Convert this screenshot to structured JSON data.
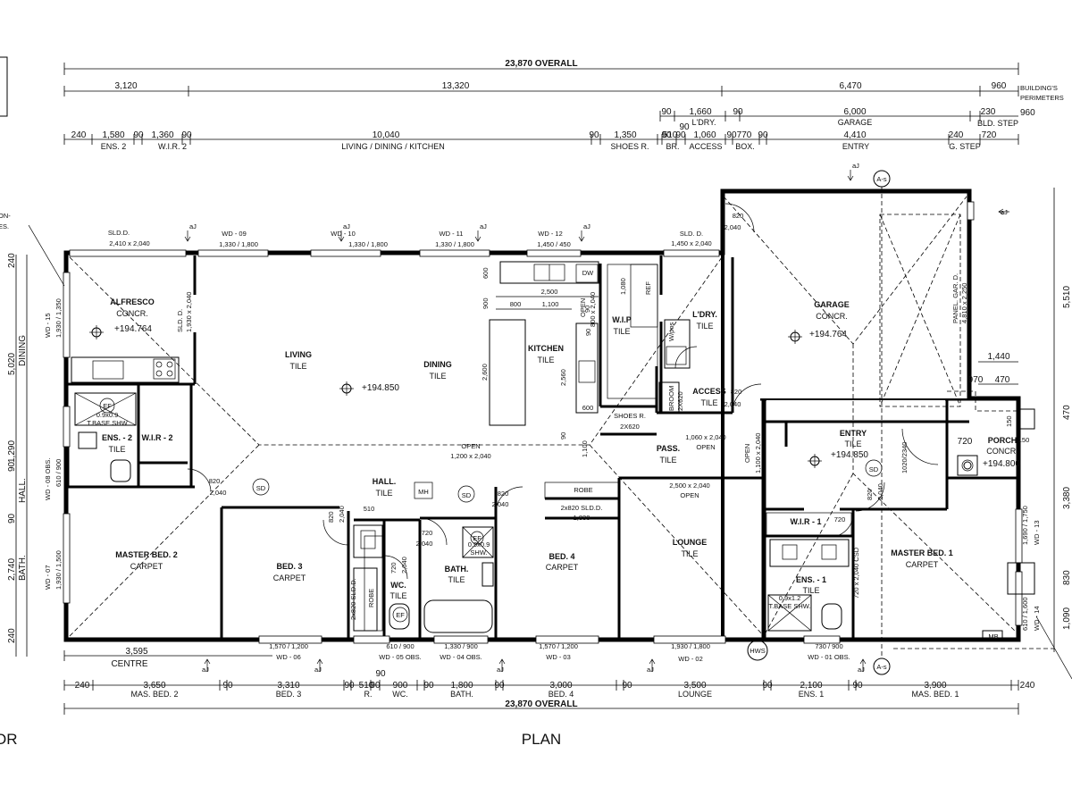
{
  "plan": {
    "title": "PLAN",
    "edge_text": "OR",
    "edge_left_a": "ON-",
    "edge_left_b": "ES.",
    "overall_top": "23,870 OVERALL",
    "overall_bottom": "23,870 OVERALL",
    "building_perimeters": [
      "BUILDING'S",
      "PERIMETERS"
    ],
    "bld_step": "BLD. STEP",
    "g_step": "G. STEP",
    "row1": [
      "3,120",
      "13,320",
      "6,470",
      "960"
    ],
    "row1_extra": "960",
    "row2": [
      "90",
      "1,660",
      "90",
      "6,000",
      "230"
    ],
    "row2_labels": [
      "L'DRY.",
      "90",
      "GARAGE"
    ],
    "row3": [
      "240",
      "1,580",
      "90",
      "1,360",
      "90",
      "10,040",
      "90",
      "1,350",
      "90",
      "510",
      "90",
      "1,060",
      "90",
      "770",
      "90",
      "4,410",
      "240",
      "720"
    ],
    "row3_labels": [
      "ENS. 2",
      "W.I.R. 2",
      "LIVING / DINING / KITCHEN",
      "SHOES R.",
      "BR.",
      "ACCESS",
      "BOX.",
      "ENTRY"
    ],
    "bottom_row": [
      "240",
      "3,650",
      "90",
      "3,310",
      "90",
      "510",
      "90",
      "900",
      "90",
      "1,800",
      "90",
      "3,000",
      "90",
      "3,500",
      "90",
      "2,100",
      "90",
      "3,900",
      "240"
    ],
    "bottom_labels": [
      "MAS. BED. 2",
      "BED. 3",
      "R.",
      "WC.",
      "BATH.",
      "BED. 4",
      "LOUNGE",
      "ENS. 1",
      "MAS. BED. 1"
    ],
    "bottom_top90": "90",
    "centre_dim": "3,595",
    "centre_label": "CENTRE",
    "left_dims": [
      "240",
      "5,020",
      "DINING",
      "90",
      "1,290",
      "HALL.",
      "90",
      "2,740",
      "BATH.",
      "240"
    ],
    "right_dims": [
      "5,510",
      "3,380",
      "830",
      "1,090"
    ],
    "right_edge": [
      "470",
      "150"
    ],
    "rooms": {
      "alfresco": [
        "ALFRESCO",
        "CONCR.",
        "+194.764"
      ],
      "living": [
        "LIVING",
        "TILE"
      ],
      "dining": [
        "DINING",
        "TILE"
      ],
      "kitchen": [
        "KITCHEN",
        "TILE"
      ],
      "wip": [
        "W.I.P",
        "TILE"
      ],
      "ldry": [
        "L'DRY.",
        "TILE"
      ],
      "garage": [
        "GARAGE",
        "CONCR.",
        "+194.764"
      ],
      "ens2": [
        "ENS. - 2",
        "TILE"
      ],
      "wir2": "W.I.R - 2",
      "hall": [
        "HALL.",
        "TILE"
      ],
      "pass": [
        "PASS.",
        "TILE"
      ],
      "access": [
        "ACCESS",
        "TILE"
      ],
      "entry": [
        "ENTRY",
        "TILE",
        "+194.850"
      ],
      "porch": [
        "PORCH",
        "CONCR.",
        "+194.800"
      ],
      "master2": [
        "MASTER BED. 2",
        "CARPET"
      ],
      "bed3": [
        "BED. 3",
        "CARPET"
      ],
      "wc": [
        "WC.",
        "TILE"
      ],
      "bath": [
        "BATH.",
        "TILE"
      ],
      "bed4": [
        "BED. 4",
        "CARPET"
      ],
      "lounge": [
        "LOUNGE",
        "TILE"
      ],
      "wir1": "W.I.R - 1",
      "ens1": [
        "ENS. - 1",
        "TILE"
      ],
      "master1": [
        "MASTER BED. 1",
        "CARPET"
      ]
    },
    "living_level": "+194.850",
    "windows": [
      {
        "id": "WD - 09",
        "size": "1,330 / 1,800"
      },
      {
        "id": "WD - 10",
        "size": "1,330 / 1,800"
      },
      {
        "id": "WD - 11",
        "size": "1,330 / 1,800"
      },
      {
        "id": "WD - 12",
        "size": "1,450 / 450"
      },
      {
        "id": "WD - 06",
        "size": "1,570 / 1,200"
      },
      {
        "id": "WD - 05 OBS.",
        "size": "610 / 900"
      },
      {
        "id": "WD - 04 OBS.",
        "size": "1,330 / 900"
      },
      {
        "id": "WD - 03",
        "size": "1,570 / 1,200"
      },
      {
        "id": "WD - 02",
        "size": "1,930 / 1,800"
      },
      {
        "id": "WD - 01 OBS.",
        "size": "730 / 900"
      }
    ],
    "side_windows": {
      "wd15": [
        "WD - 15",
        "1,930 / 1,350"
      ],
      "wd08": [
        "WD - 08 OBS.",
        "610 / 900"
      ],
      "wd07": [
        "WD - 07",
        "1,930 / 1,500"
      ],
      "wd13": [
        "WD - 13",
        "1,690 / 1,750"
      ],
      "wd14": [
        "WD - 14",
        "610 / 1,600"
      ]
    },
    "sliding": {
      "sld_alf": [
        "SLD.D.",
        "2,410 x 2,040"
      ],
      "sld_side": [
        "SLD. D.",
        "1,930 x 2,040"
      ],
      "sld_ldry": [
        "SLD. D.",
        "1,450 x 2,040"
      ],
      "panel": [
        "PANEL. GAR. D.",
        "4,810 x 2,250"
      ]
    },
    "openings": {
      "hall_open": [
        "OPEN",
        "1,200 x 2,040"
      ],
      "pass_open": [
        "1,060 x 2,040",
        "OPEN"
      ],
      "lounge_open": [
        "2,500 x 2,040",
        "OPEN"
      ],
      "side_open": [
        "OPEN",
        "1,100 x 2,040"
      ],
      "kitchen_open": [
        "OPEN",
        "800 x 2,040"
      ]
    },
    "door_820": "820",
    "door_2040": "2,040",
    "door_720": "720",
    "kitchen_dims": [
      "2,500",
      "800",
      "1,100",
      "1,080",
      "900",
      "600",
      "600",
      "2,600",
      "2,560",
      "90",
      "90",
      "1,100",
      "90"
    ],
    "misc": {
      "aj": "aJ",
      "as": "A-s",
      "sd": "SD",
      "mh": "MH",
      "ef": "EF",
      "hws": "HWS",
      "mb": "MB",
      "dw": "DW",
      "ref": "REF",
      "wpos": "W/pos",
      "robe": "ROBE",
      "robe_v": "ROBE",
      "robe_dim": [
        "2x820 SLD.D.",
        "1,830"
      ],
      "robe_v_dim": "2x820 SLD.D.",
      "broom": [
        "BROOM",
        "2X620"
      ],
      "shoes": [
        "SHOES R.",
        "2X620"
      ],
      "shw2": [
        "0.9x0.9",
        "T.BASE SHW"
      ],
      "shw1": [
        "0.9x1.2",
        "T.BASE SHW."
      ],
      "shw_bath": [
        "0.9x0.9",
        "SHW."
      ],
      "csd": "720 x 2,040 CSD",
      "d1020": "1020/2340",
      "porch_dims": [
        "1,440",
        "970",
        "470",
        "720",
        "150"
      ],
      "d510": "510",
      "d720b": "720"
    }
  }
}
